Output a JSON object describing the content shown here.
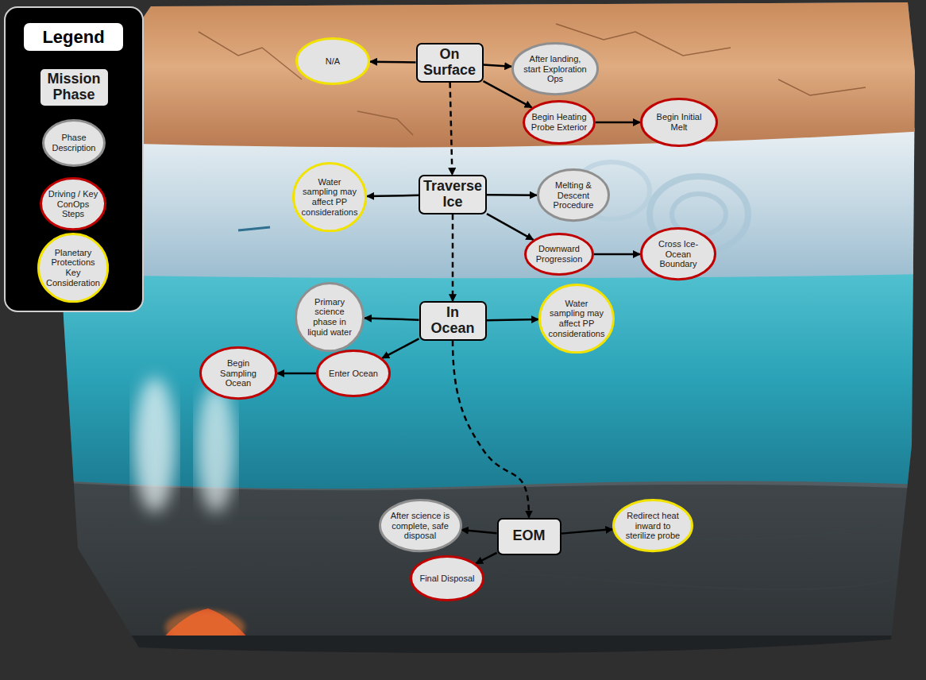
{
  "diagram": {
    "nodes": [
      {
        "text": [
          "On Surface"
        ]
      },
      {
        "text": [
          "N/A"
        ]
      },
      {
        "text": [
          "After landing, start Exploration Ops"
        ]
      },
      {
        "text": [
          "Begin Heating Probe Exterior"
        ]
      },
      {
        "text": [
          "Begin Initial Melt"
        ]
      },
      {
        "text": [
          "Traverse Ice"
        ]
      },
      {
        "text": [
          "Water sampling may affect PP considerations"
        ]
      },
      {
        "text": [
          "Melting & Descent Procedure"
        ]
      },
      {
        "text": [
          "Downward Progression"
        ]
      },
      {
        "text": [
          "Cross Ice-Ocean Boundary"
        ]
      },
      {
        "text": [
          "In Ocean"
        ]
      },
      {
        "text": [
          "Primary science phase in liquid water"
        ]
      },
      {
        "text": [
          "Water sampling may affect PP considerations"
        ]
      },
      {
        "text": [
          "Enter Ocean"
        ]
      },
      {
        "text": [
          "Begin Sampling Ocean"
        ]
      },
      {
        "text": [
          "EOM"
        ]
      },
      {
        "text": [
          "After science is complete, safe disposal"
        ]
      },
      {
        "text": [
          "Redirect heat inward to sterilize probe"
        ]
      },
      {
        "text": [
          "Final Disposal"
        ]
      }
    ],
    "edges": [
      {
        "from": 0,
        "to": 1,
        "arrow": "to"
      },
      {
        "from": 0,
        "to": 2,
        "arrow": "to"
      },
      {
        "from": 0,
        "to": 3,
        "arrow": "to"
      },
      {
        "from": 3,
        "to": 4,
        "arrow": "to"
      },
      {
        "from": 0,
        "to": 5,
        "arrow": "to"
      },
      {
        "from": 5,
        "to": 6,
        "arrow": "to"
      },
      {
        "from": 5,
        "to": 7,
        "arrow": "to"
      },
      {
        "from": 5,
        "to": 8,
        "arrow": "to"
      },
      {
        "from": 8,
        "to": 9,
        "arrow": "to"
      },
      {
        "from": 5,
        "to": 10,
        "arrow": "to"
      },
      {
        "from": 10,
        "to": 11,
        "arrow": "to"
      },
      {
        "from": 10,
        "to": 12,
        "arrow": "to"
      },
      {
        "from": 10,
        "to": 13,
        "arrow": "to"
      },
      {
        "from": 13,
        "to": 14,
        "arrow": "to"
      },
      {
        "from": 10,
        "to": 15,
        "arrow": "to"
      },
      {
        "from": 15,
        "to": 16,
        "arrow": "to"
      },
      {
        "from": 15,
        "to": 17,
        "arrow": "to"
      },
      {
        "from": 15,
        "to": 18,
        "arrow": "to"
      }
    ],
    "labels": [
      "Legend"
    ],
    "legend": [
      {
        "text": "Mission Phase"
      },
      {
        "text": "Phase Description"
      },
      {
        "text": "Driving / Key ConOps Steps"
      },
      {
        "text": "Planetary Protections Key Consideration"
      }
    ]
  }
}
